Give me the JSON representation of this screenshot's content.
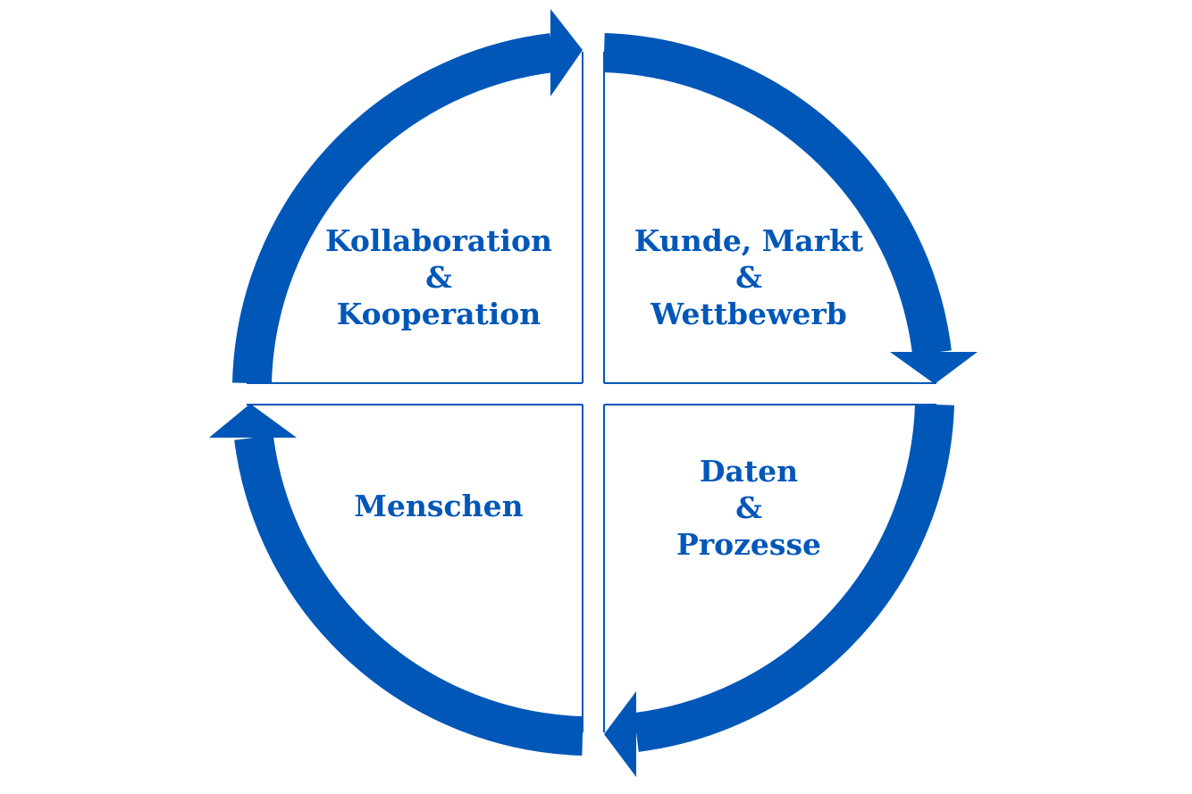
{
  "colors": {
    "accent": "#0057b8",
    "background": "#ffffff"
  },
  "quadrants": {
    "top_left": {
      "line1": "Kollaboration",
      "line2": "&",
      "line3": "Kooperation"
    },
    "top_right": {
      "line1": "Kunde, Markt",
      "line2": "&",
      "line3": "Wettbewerb"
    },
    "bottom_left": {
      "line1": "Menschen"
    },
    "bottom_right": {
      "line1": "Daten",
      "line2": "&",
      "line3": "Prozesse"
    }
  }
}
